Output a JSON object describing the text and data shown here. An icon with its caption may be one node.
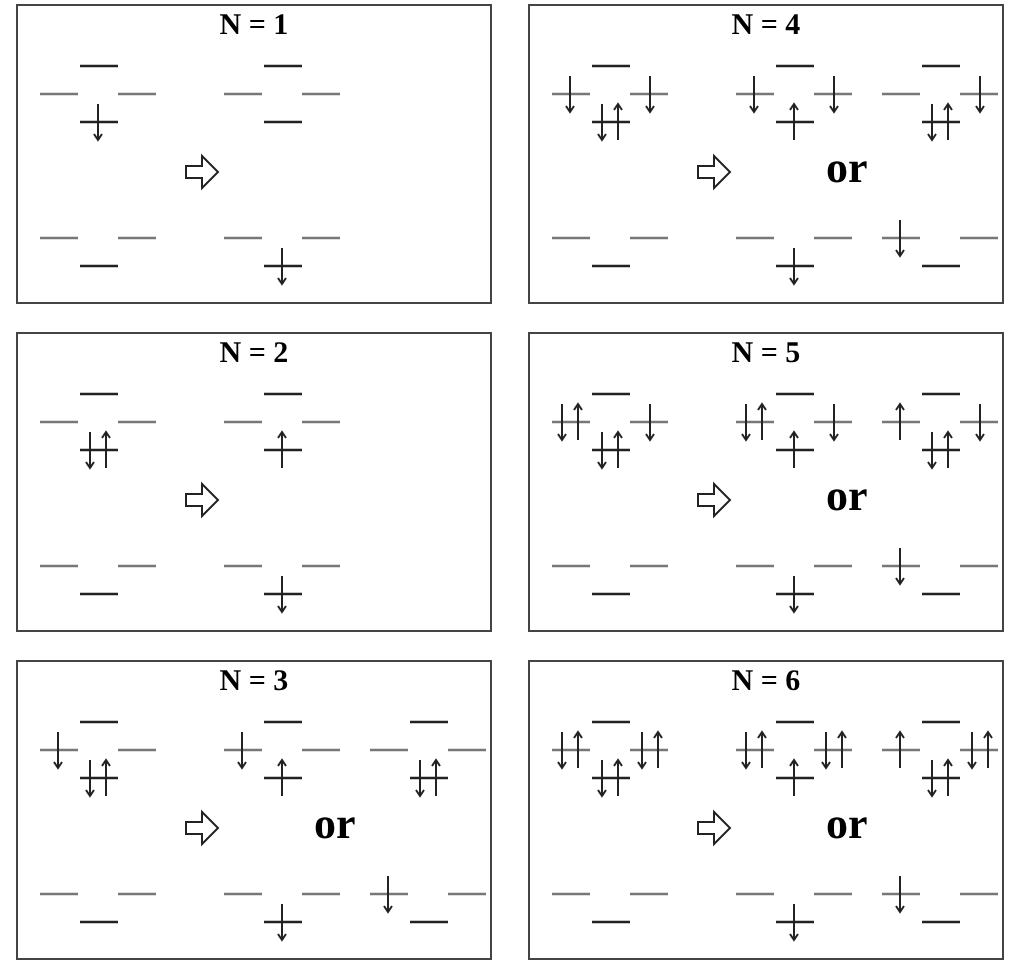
{
  "diagram": {
    "nodes": [
      {
        "text": [
          "N = 1"
        ]
      },
      {
        "text": [
          "N = 4",
          "or"
        ]
      },
      {
        "text": [
          "N = 2"
        ]
      },
      {
        "text": [
          "N = 5",
          "or"
        ]
      },
      {
        "text": [
          "N = 3",
          "or"
        ]
      },
      {
        "text": [
          "N = 6",
          "or"
        ]
      }
    ]
  }
}
